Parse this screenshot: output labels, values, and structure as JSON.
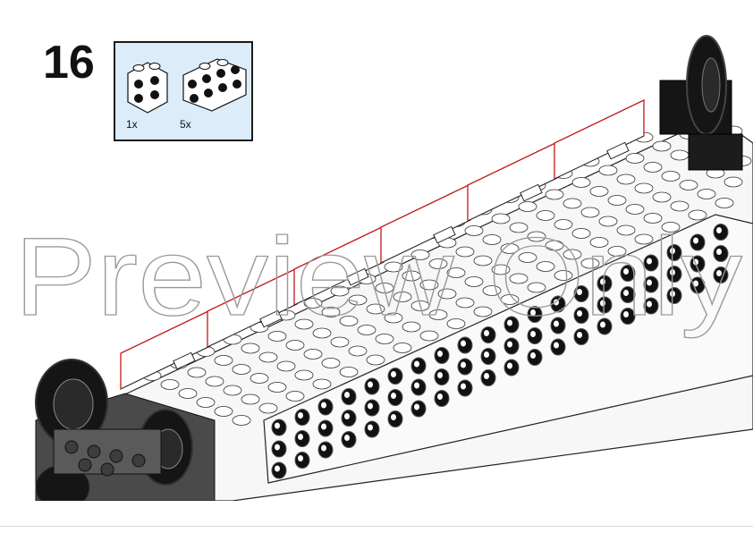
{
  "step": {
    "number": "16"
  },
  "parts": [
    {
      "name": "bracket 1x2 - 2x2 inverted",
      "quantity": "1x"
    },
    {
      "name": "bracket 1x2 - 2x4 inverted",
      "quantity": "5x"
    }
  ],
  "watermark": {
    "text": "Preview Only"
  },
  "colors": {
    "callout_background": "#dcecf9",
    "callout_border": "#1a1a1a",
    "brick_white": "#f7f7f7",
    "brick_outline": "#222222",
    "wheel_black": "#151515",
    "plate_dark_gray": "#4a4a4a",
    "highlight_red": "#d01414"
  },
  "icons": [
    "bracket-1x2-2x2-icon",
    "bracket-1x2-2x4-icon",
    "bogie-wheel-icon"
  ]
}
